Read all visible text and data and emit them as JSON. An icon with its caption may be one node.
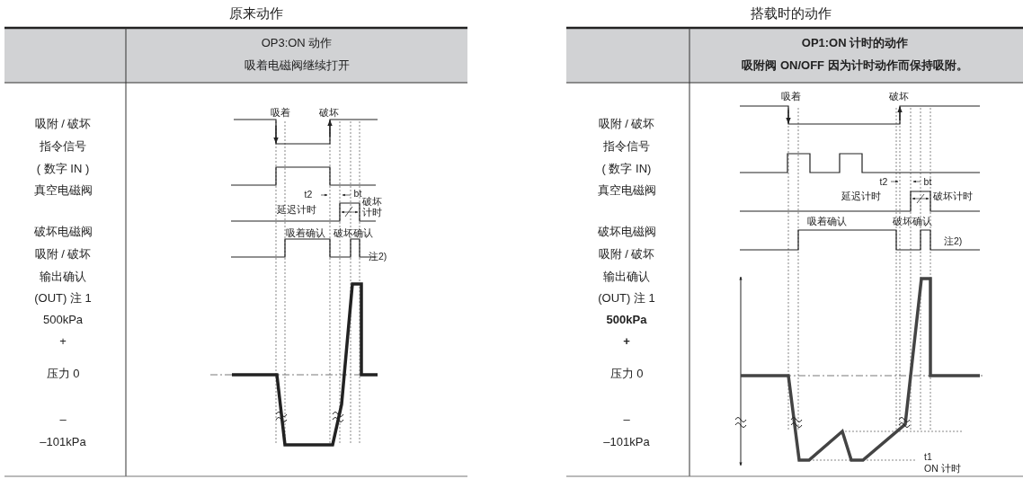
{
  "diagram": {
    "labels": [
      "原来动作",
      "OP3:ON 动作",
      "吸着电磁阀继续打开",
      "吸附 / 破坏",
      "指令信号",
      "( 数字 IN )",
      "真空电磁阀",
      "破坏电磁阀",
      "吸附 / 破坏",
      "输出确认",
      "(OUT) 注 1",
      "500kPa",
      "+",
      "压力 0",
      "–",
      "–101kPa",
      "吸着",
      "破坏",
      "t2",
      "bt",
      "延迟计时",
      "破坏计时",
      "吸着确认",
      "破坏确认",
      "注2)",
      "搭载时的动作",
      "OP1:ON 计时的动作",
      "吸附阀 ON/OFF 因为计时动作而保持吸附。",
      "吸附 / 破坏",
      "指令信号",
      "( 数字 IN)",
      "真空电磁阀",
      "破坏电磁阀",
      "吸附 / 破坏",
      "输出确认",
      "(OUT) 注 1",
      "500kPa",
      "+",
      "压力 0",
      "–",
      "–101kPa",
      "吸着",
      "破坏",
      "t2",
      "bt",
      "延迟计时",
      "破坏计时",
      "吸着确认",
      "破坏确认",
      "注2)",
      "t1",
      "ON 计时"
    ]
  }
}
